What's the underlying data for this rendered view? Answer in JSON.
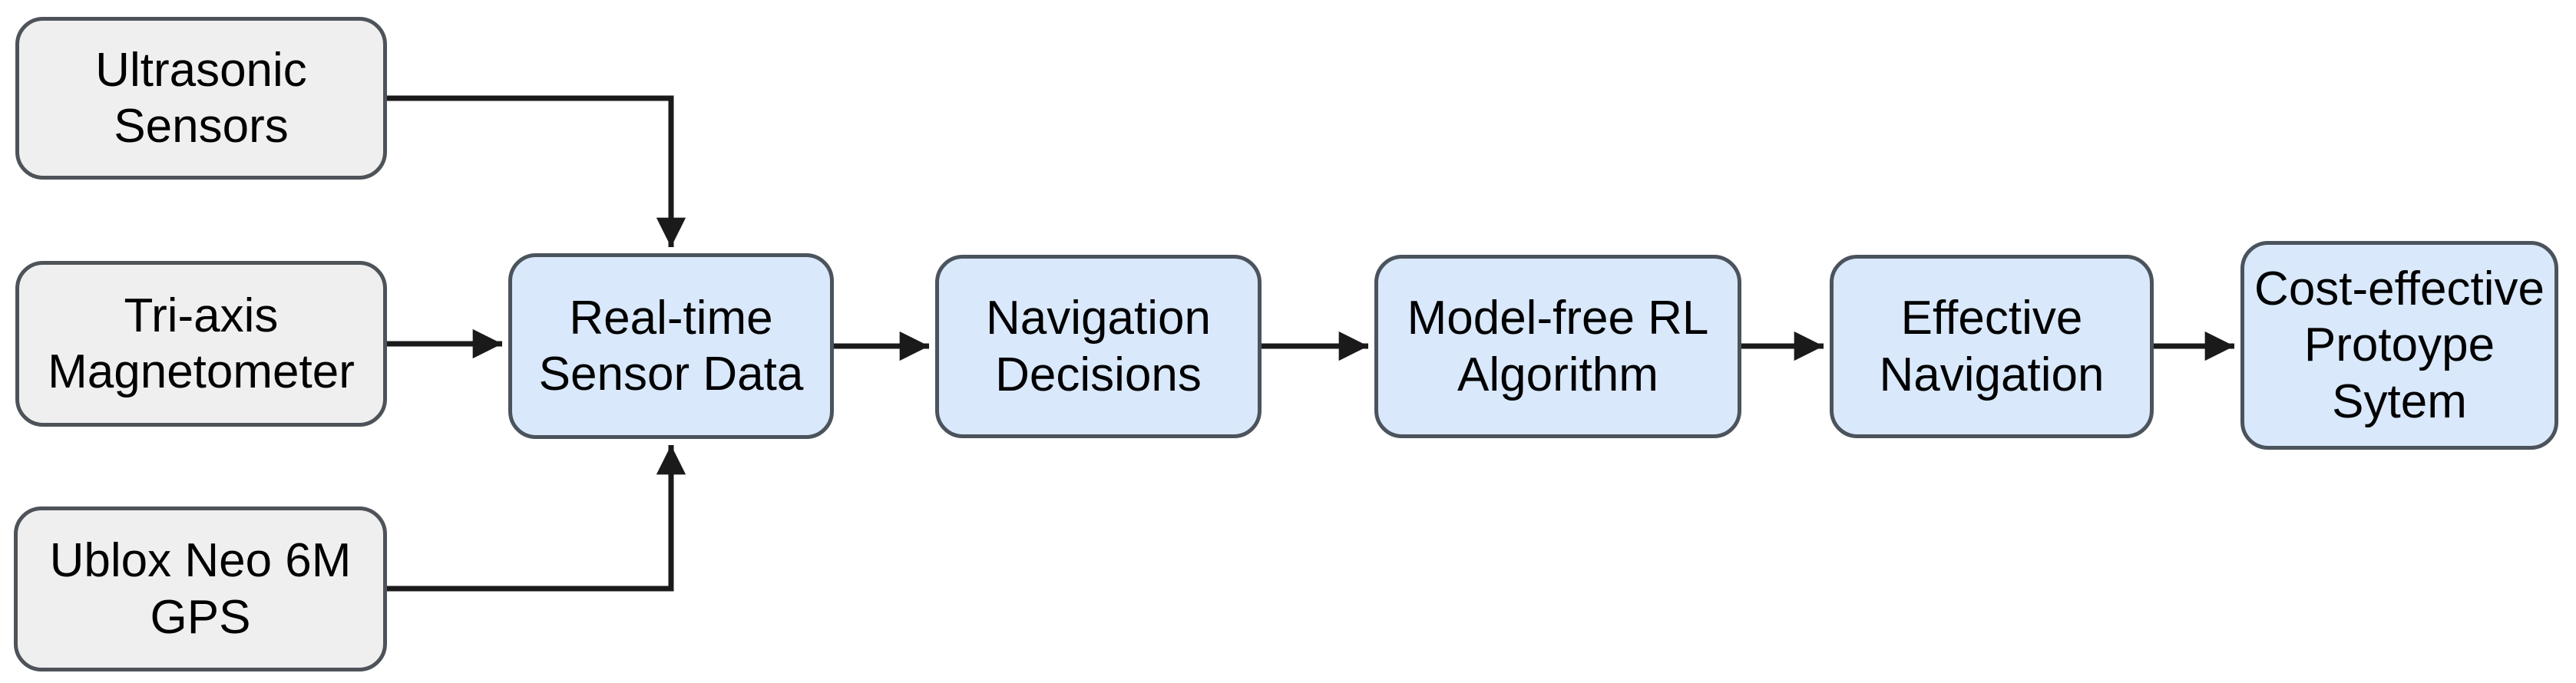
{
  "diagram": {
    "nodes": [
      {
        "id": "ultrasonic-sensors",
        "label": "Ultrasonic\nSensors",
        "style": "gray"
      },
      {
        "id": "tri-axis-magnetometer",
        "label": "Tri-axis\nMagnetometer",
        "style": "gray"
      },
      {
        "id": "ublox-neo-6m-gps",
        "label": "Ublox Neo 6M\nGPS",
        "style": "gray"
      },
      {
        "id": "real-time-sensor-data",
        "label": "Real-time\nSensor Data",
        "style": "blue"
      },
      {
        "id": "navigation-decisions",
        "label": "Navigation\nDecisions",
        "style": "blue"
      },
      {
        "id": "model-free-rl-algorithm",
        "label": "Model-free RL\nAlgorithm",
        "style": "blue"
      },
      {
        "id": "effective-navigation",
        "label": "Effective\nNavigation",
        "style": "blue"
      },
      {
        "id": "cost-effective-protoype",
        "label": "Cost-effective\nProtoype\nSytem",
        "style": "blue"
      }
    ],
    "edges": [
      {
        "from": "ultrasonic-sensors",
        "to": "real-time-sensor-data"
      },
      {
        "from": "tri-axis-magnetometer",
        "to": "real-time-sensor-data"
      },
      {
        "from": "ublox-neo-6m-gps",
        "to": "real-time-sensor-data"
      },
      {
        "from": "real-time-sensor-data",
        "to": "navigation-decisions"
      },
      {
        "from": "navigation-decisions",
        "to": "model-free-rl-algorithm"
      },
      {
        "from": "model-free-rl-algorithm",
        "to": "effective-navigation"
      },
      {
        "from": "effective-navigation",
        "to": "cost-effective-protoype"
      }
    ],
    "colors": {
      "background": "#ffffff",
      "gray_node_fill": "#efefef",
      "blue_node_fill": "#d9e8fb",
      "node_border": "#4d5358",
      "arrow": "#1a1a1a",
      "text": "#000000"
    }
  }
}
